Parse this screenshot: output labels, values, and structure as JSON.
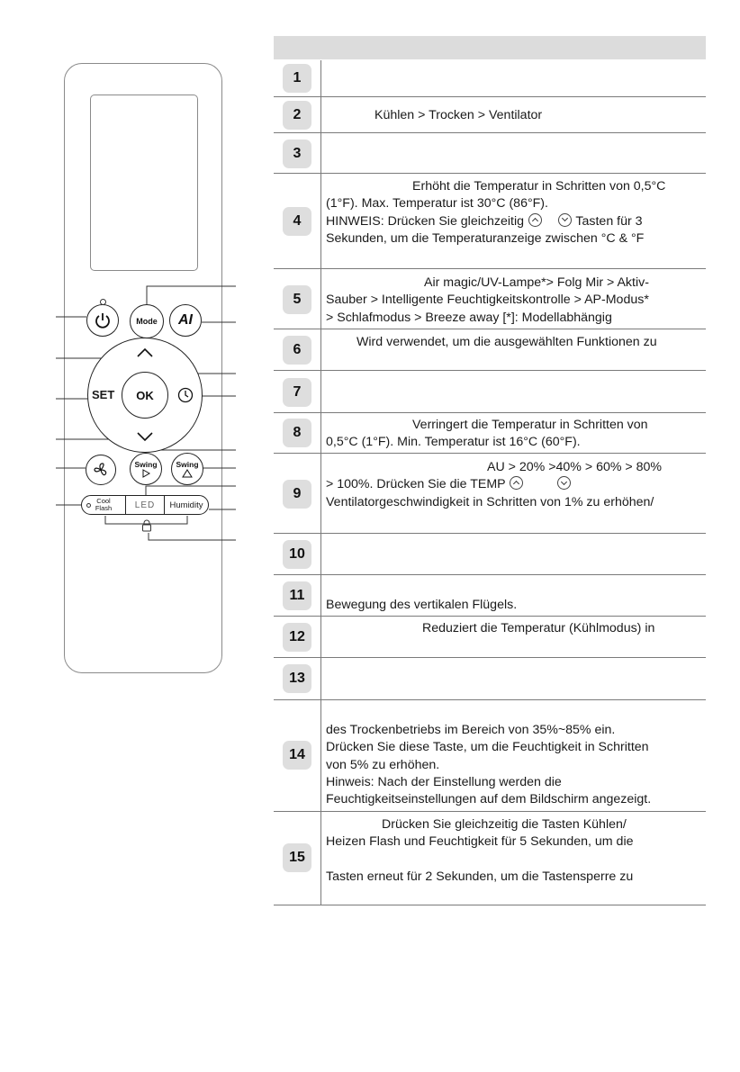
{
  "remote": {
    "buttons": {
      "mode": "Mode",
      "ai": "AI",
      "set": "SET",
      "ok": "OK",
      "swing_vertical": "Swing",
      "swing_horizontal": "Swing",
      "cool_flash_line1": "Cool",
      "cool_flash_line2": "Flash",
      "led": "LED",
      "humidity": "Humidity"
    },
    "icons": [
      "power-icon",
      "clock-icon",
      "fan-icon",
      "chevron-up-icon",
      "chevron-down-icon",
      "lock-icon"
    ]
  },
  "table": {
    "header": "",
    "rows": [
      {
        "num": "1",
        "lines": [
          ""
        ]
      },
      {
        "num": "2",
        "lines": [
          "Kühlen > Trocken > Ventilator"
        ]
      },
      {
        "num": "3",
        "lines": [
          ""
        ]
      },
      {
        "num": "4",
        "lines": [
          "Erhöht die Temperatur in Schritten von 0,5°C",
          "(1°F). Max. Temperatur ist 30°C (86°F).",
          "HINWEIS: Drücken Sie gleichzeitig",
          "Tasten für 3",
          "Sekunden, um die Temperaturanzeige zwischen °C & °F"
        ]
      },
      {
        "num": "5",
        "lines": [
          "Air magic/UV-Lampe*> Folg Mir > Aktiv-",
          "Sauber > Intelligente Feuchtigkeitskontrolle > AP-Modus*",
          "> Schlafmodus > Breeze away [*]: Modellabhängig"
        ]
      },
      {
        "num": "6",
        "lines": [
          "Wird verwendet, um die ausgewählten Funktionen zu"
        ]
      },
      {
        "num": "7",
        "lines": [
          ""
        ]
      },
      {
        "num": "8",
        "lines": [
          "Verringert die Temperatur in Schritten von",
          "0,5°C (1°F). Min. Temperatur ist 16°C (60°F)."
        ]
      },
      {
        "num": "9",
        "lines": [
          "AU > 20% >40% > 60% > 80%",
          "> 100%. Drücken Sie die TEMP",
          "Ventilatorgeschwindigkeit in Schritten von 1% zu erhöhen/"
        ]
      },
      {
        "num": "10",
        "lines": [
          ""
        ]
      },
      {
        "num": "11",
        "lines": [
          "Bewegung des vertikalen Flügels."
        ]
      },
      {
        "num": "12",
        "lines": [
          "Reduziert die Temperatur (Kühlmodus) in"
        ]
      },
      {
        "num": "13",
        "lines": [
          ""
        ]
      },
      {
        "num": "14",
        "lines": [
          "des Trockenbetriebs im Bereich von 35%~85% ein.",
          "Drücken Sie diese Taste, um die Feuchtigkeit in Schritten",
          "von 5% zu erhöhen.",
          "Hinweis: Nach der Einstellung werden die",
          "Feuchtigkeitseinstellungen auf dem Bildschirm angezeigt."
        ]
      },
      {
        "num": "15",
        "lines": [
          "Drücken Sie gleichzeitig die Tasten Kühlen/",
          "Heizen Flash und Feuchtigkeit für 5 Sekunden, um die",
          "Tasten erneut für 2 Sekunden, um die Tastensperre zu"
        ]
      }
    ]
  }
}
